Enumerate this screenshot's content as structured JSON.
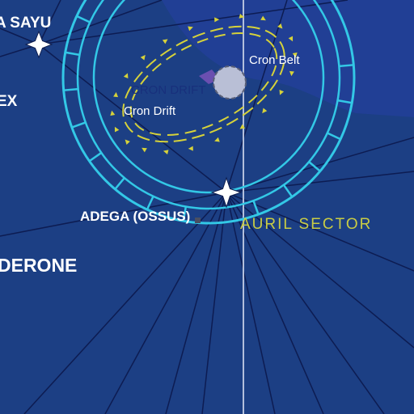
{
  "colors": {
    "background": "#1c3f84",
    "region": "#213f95",
    "hyperlane": "#0d1c52",
    "ring": "#33c8e6",
    "trail": "#d6d23a",
    "meridian": "#b3bfdc",
    "label": "#ffffff",
    "sector_label": "#c9cc44",
    "region_label": "#18307c"
  },
  "systems": [
    {
      "id": "a-sayu",
      "label": "A SAYU",
      "icon": "star-icon"
    },
    {
      "id": "adega",
      "label": "ADEGA (OSSUS)",
      "icon": "star-icon"
    }
  ],
  "region_labels": {
    "ex": "EX",
    "derone": "DERONE"
  },
  "features": {
    "cron_belt": "Cron Belt",
    "cron_drift": "Cron Drift",
    "cron_drift_faded": "CRON DRIFT"
  },
  "sector_label": "AURIL SECTOR"
}
